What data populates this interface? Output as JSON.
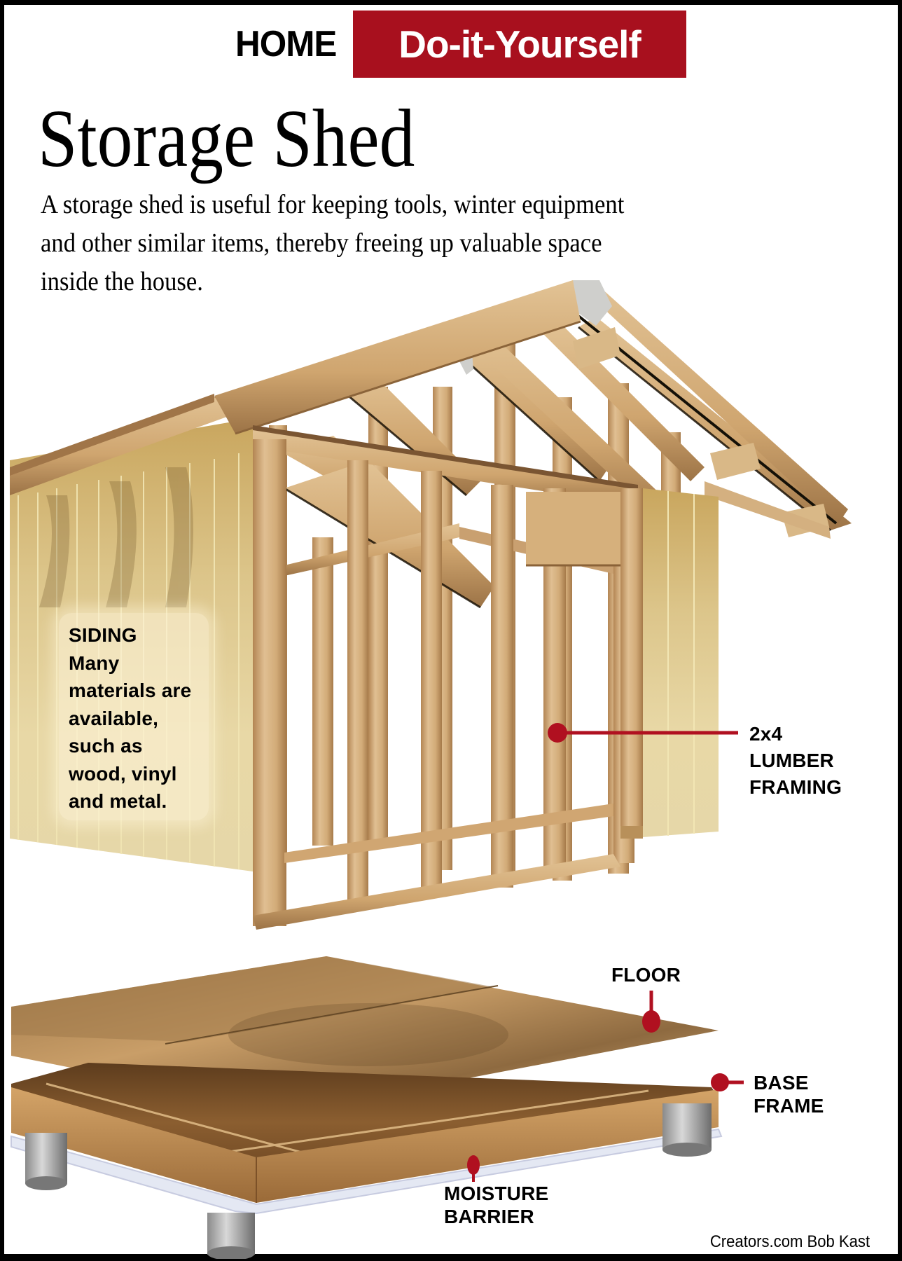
{
  "header": {
    "section_label": "HOME",
    "banner_label": "Do-it-Yourself",
    "banner_color": "#a8101e"
  },
  "article": {
    "title": "Storage Shed",
    "intro_lines": [
      "A storage shed is useful for keeping tools, winter equipment",
      "and other similar items, thereby freeing up valuable space",
      "inside the house."
    ]
  },
  "illustration": {
    "subject": "exploded view of storage shed construction",
    "callout_color": "#b01020",
    "callouts": {
      "siding": {
        "heading": "SIDING",
        "lines": [
          "Many",
          "materials are",
          "available,",
          "such as",
          "wood, vinyl",
          "and metal."
        ]
      },
      "framing": {
        "lines": [
          "2x4",
          "LUMBER",
          "FRAMING"
        ]
      },
      "floor": {
        "lines": [
          "FLOOR"
        ]
      },
      "base_frame": {
        "lines": [
          "BASE",
          "FRAME"
        ]
      },
      "moisture_barrier": {
        "lines": [
          "MOISTURE",
          "BARRIER"
        ]
      }
    }
  },
  "footer": {
    "credit": "Creators.com Bob Kast"
  }
}
